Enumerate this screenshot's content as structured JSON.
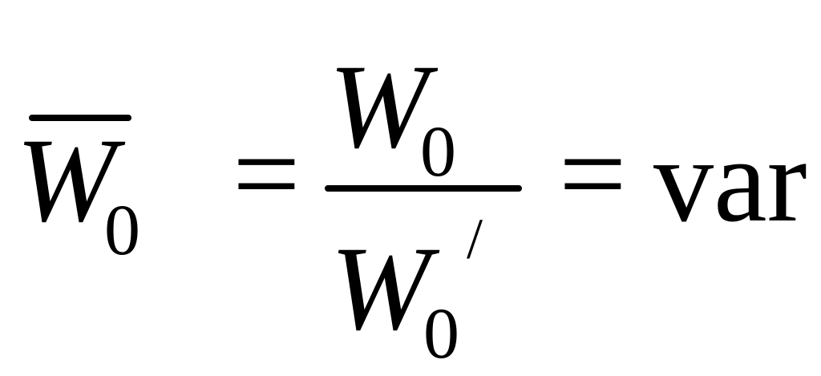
{
  "formula": {
    "lhs": {
      "symbol": "W",
      "subscript": "0"
    },
    "equals_1": "=",
    "fraction": {
      "numerator": {
        "symbol": "W",
        "subscript": "0"
      },
      "denominator": {
        "symbol": "W",
        "subscript": "0",
        "prime": "/"
      }
    },
    "equals_2": "=",
    "rhs": "var"
  }
}
